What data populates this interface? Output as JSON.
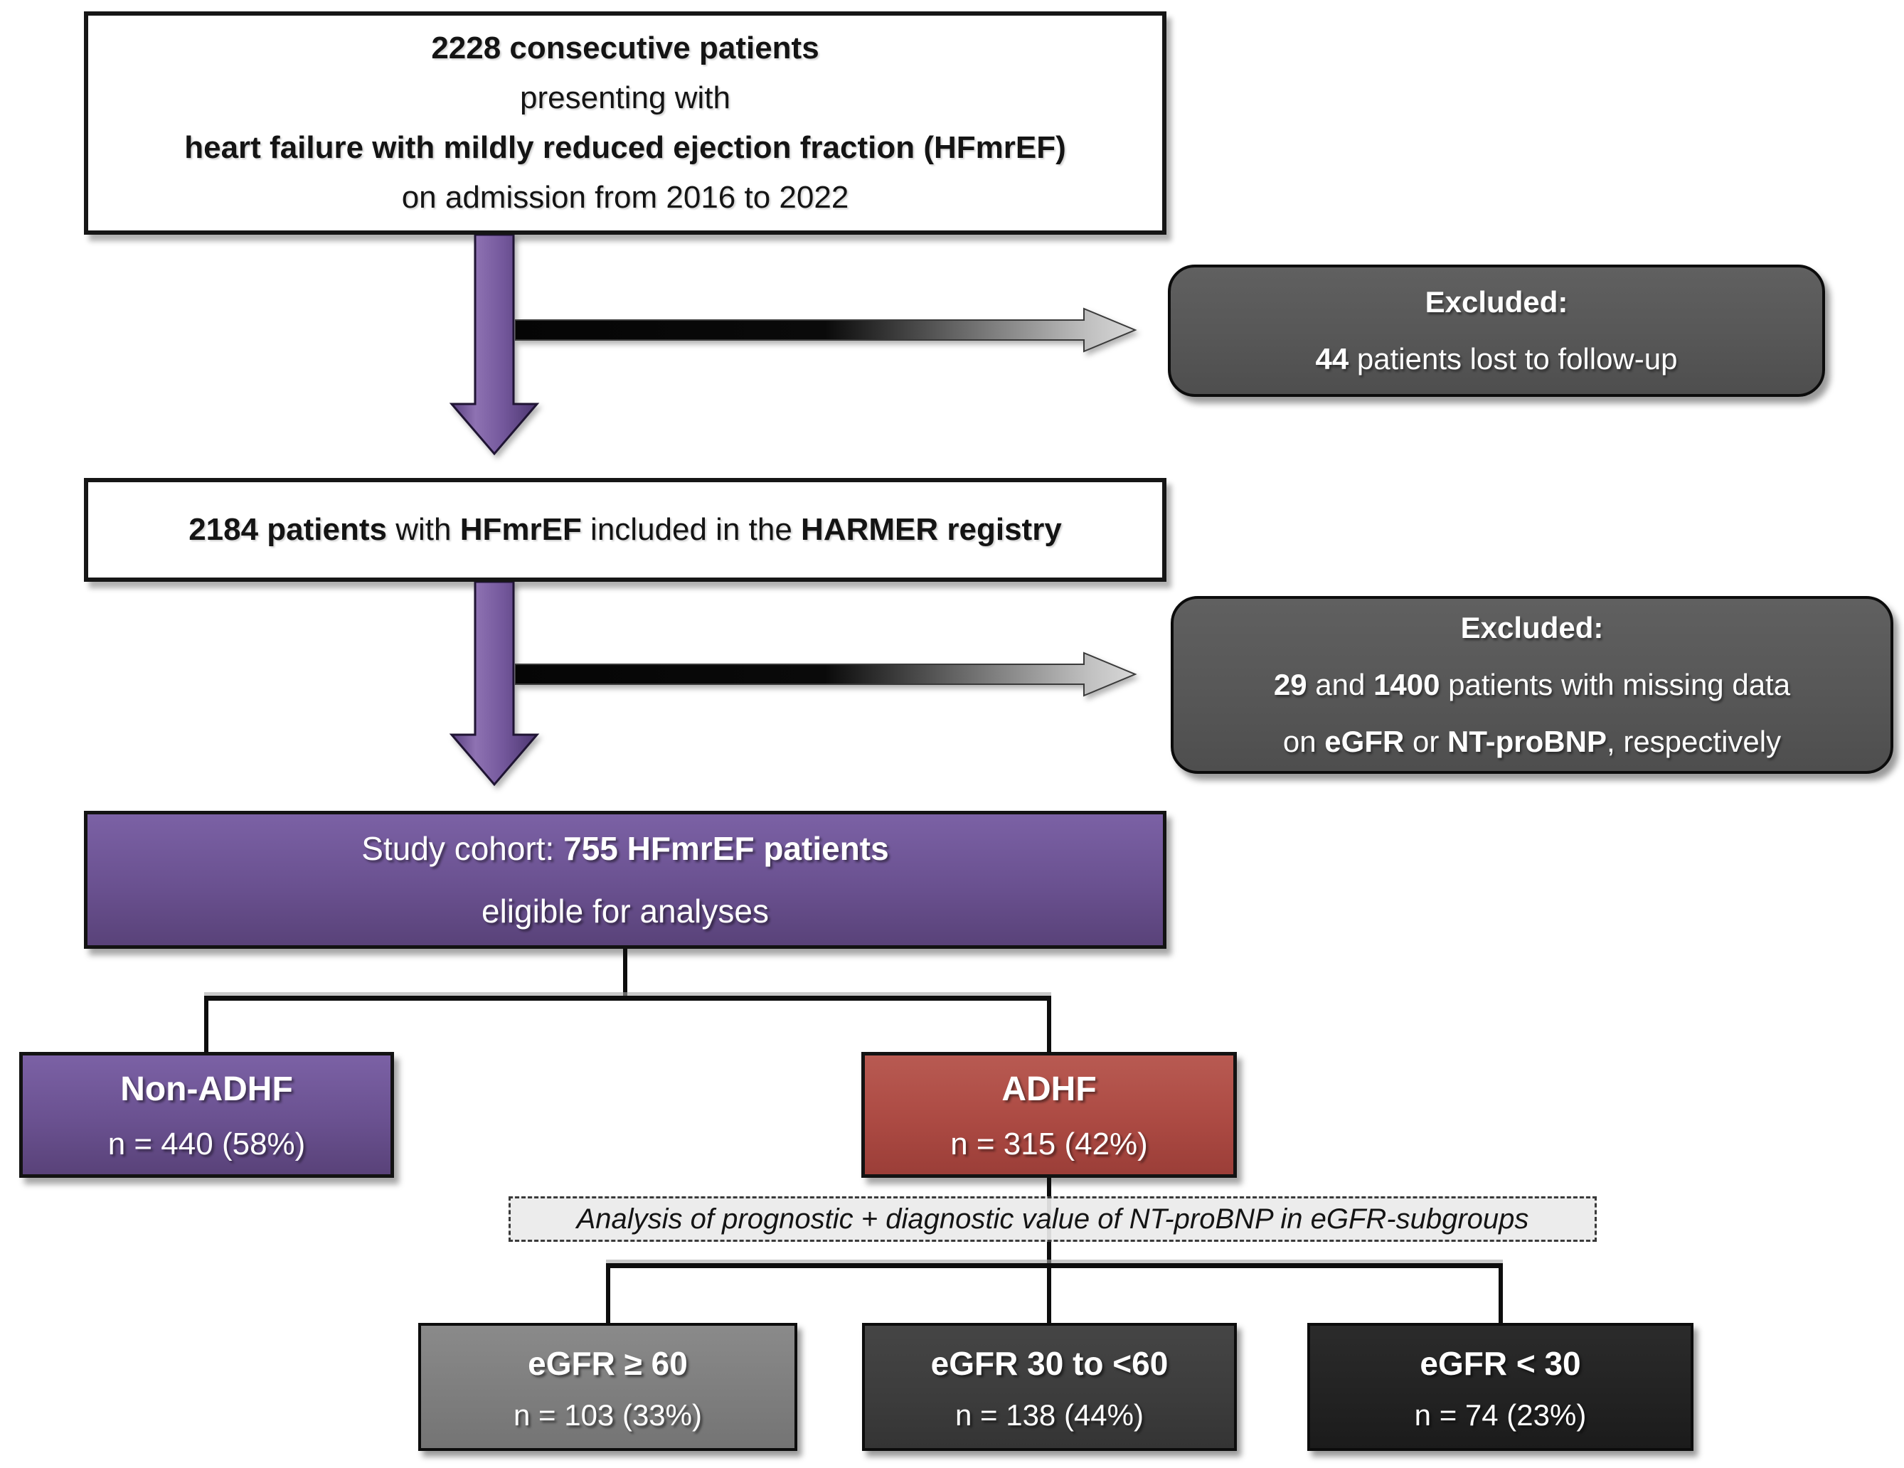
{
  "figure": {
    "type": "patient-flow-diagram",
    "colors": {
      "purple_box": "#6a5190",
      "red_box": "#ac4a43",
      "excluded_gray": "#575757",
      "egfr_light": "#7d7d7d",
      "egfr_mid": "#3c3c3c",
      "egfr_dark": "#222222",
      "arrow_purple": "#7a5ea2",
      "line_black": "#0d0d0d",
      "label_bg": "#eaeaea"
    }
  },
  "nodes": {
    "top": {
      "lines": [
        [
          {
            "t": "2228 consecutive patients",
            "b": true
          }
        ],
        [
          {
            "t": "presenting with",
            "b": false
          }
        ],
        [
          {
            "t": "heart failure with mildly reduced ejection fraction (HFmrEF)",
            "b": true
          }
        ],
        [
          {
            "t": "on admission from 2016 to 2022",
            "b": false
          }
        ]
      ]
    },
    "excluded1": {
      "lines": [
        [
          {
            "t": "Excluded:",
            "b": true
          }
        ],
        [
          {
            "t": "44",
            "b": true
          },
          {
            "t": " patients lost to follow-up",
            "b": false
          }
        ]
      ]
    },
    "registry": {
      "lines": [
        [
          {
            "t": "2184 patients",
            "b": true
          },
          {
            "t": " with ",
            "b": false
          },
          {
            "t": "HFmrEF",
            "b": true
          },
          {
            "t": " included in the ",
            "b": false
          },
          {
            "t": "HARMER registry",
            "b": true
          }
        ]
      ]
    },
    "excluded2": {
      "lines": [
        [
          {
            "t": "Excluded:",
            "b": true
          }
        ],
        [
          {
            "t": "29",
            "b": true
          },
          {
            "t": " and ",
            "b": false
          },
          {
            "t": "1400",
            "b": true
          },
          {
            "t": " patients with missing data",
            "b": false
          }
        ],
        [
          {
            "t": "on ",
            "b": false
          },
          {
            "t": "eGFR",
            "b": true
          },
          {
            "t": " or ",
            "b": false
          },
          {
            "t": "NT-proBNP",
            "b": true
          },
          {
            "t": ", respectively",
            "b": false
          }
        ]
      ]
    },
    "cohort": {
      "lines": [
        [
          {
            "t": "Study cohort: ",
            "b": false
          },
          {
            "t": "755 HFmrEF patients",
            "b": true
          }
        ],
        [
          {
            "t": "eligible for analyses",
            "b": false
          }
        ]
      ]
    },
    "non_adhf": {
      "title": "Non-ADHF",
      "count": "n = 440 (58%)"
    },
    "adhf": {
      "title": "ADHF",
      "count": "n = 315 (42%)"
    },
    "analysis_label": {
      "text": "Analysis of prognostic + diagnostic value of NT-proBNP in eGFR-subgroups"
    },
    "egfr_high": {
      "title": "eGFR ≥ 60",
      "count": "n = 103 (33%)"
    },
    "egfr_mid": {
      "title": "eGFR 30 to <60",
      "count": "n = 138 (44%)"
    },
    "egfr_low": {
      "title": "eGFR < 30",
      "count": "n = 74 (23%)"
    }
  }
}
